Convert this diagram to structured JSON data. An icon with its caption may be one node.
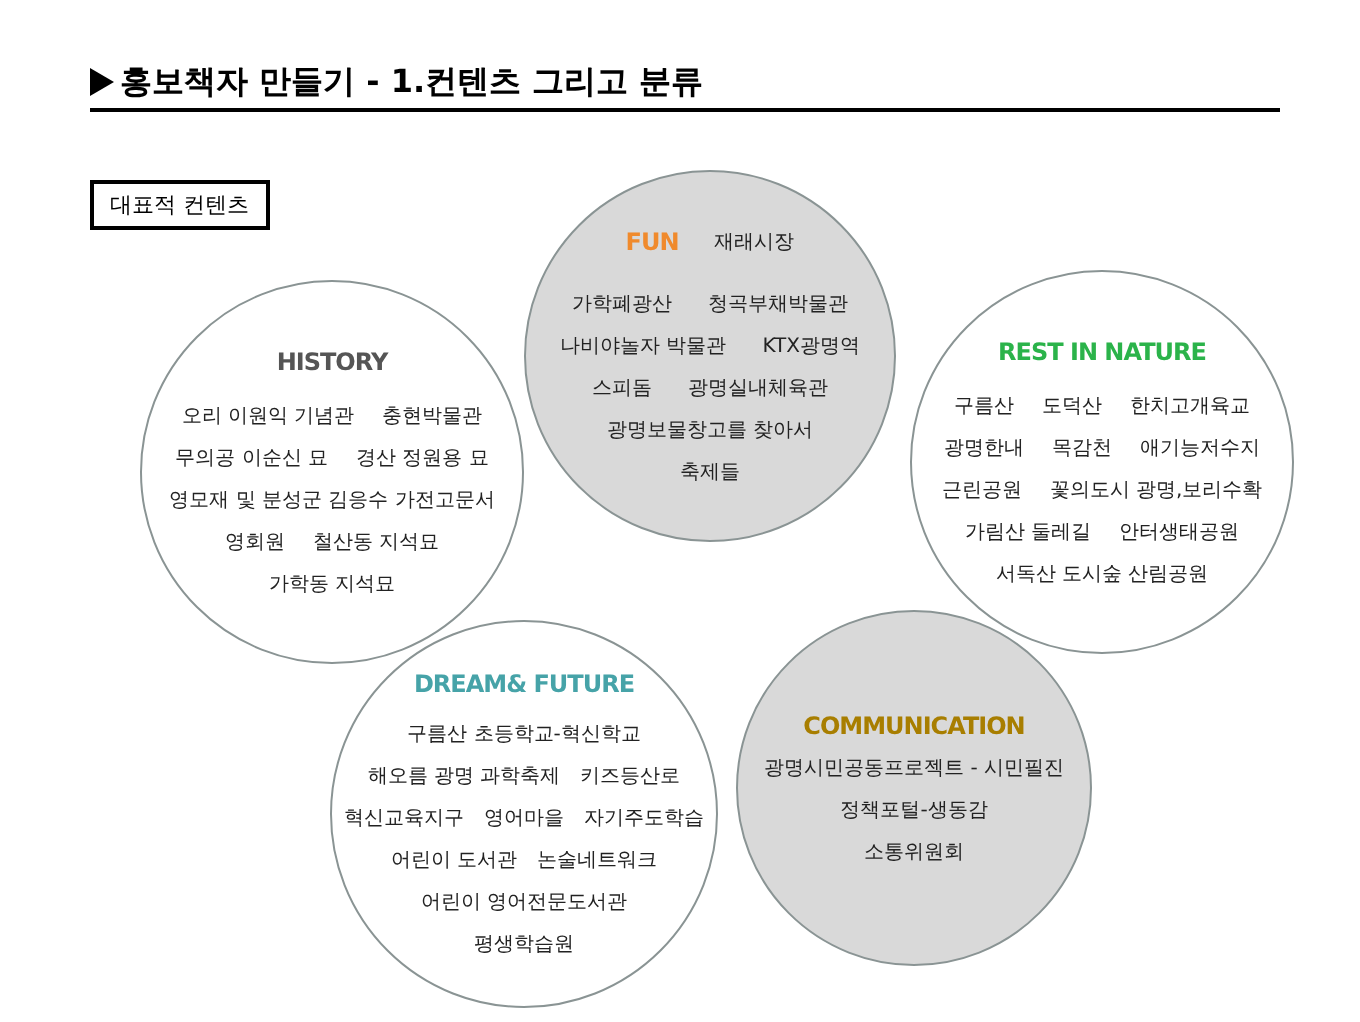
{
  "diagram": {
    "title": "홍보책자 만들기 - 1.컨텐츠 그리고 분류",
    "nodes": [
      {
        "text": [
          "대표적 컨텐츠"
        ]
      },
      {
        "text": [
          "FUN",
          "재래시장",
          "가학폐광산",
          "청곡부채박물관",
          "나비야놀자 박물관",
          "KTX광명역",
          "스피돔",
          "광명실내체육관",
          "광명보물창고를 찾아서",
          "축제들"
        ]
      },
      {
        "text": [
          "HISTORY",
          "오리 이원익 기념관",
          "충현박물관",
          "무의공 이순신 묘",
          "경산 정원용 묘",
          "영모재 및 분성군 김응수 가전고문서",
          "영회원",
          "철산동 지석묘",
          "가학동 지석묘"
        ]
      },
      {
        "text": [
          "REST IN NATURE",
          "구름산",
          "도덕산",
          "한치고개육교",
          "광명한내",
          "목감천",
          "애기능저수지",
          "근린공원",
          "꽃의도시 광명,보리수확",
          "가림산 둘레길",
          "안터생태공원",
          "서독산 도시숲 산림공원"
        ]
      },
      {
        "text": [
          "DREAM& FUTURE",
          "구름산 초등학교-혁신학교",
          "해오름 광명 과학축제",
          "키즈등산로",
          "혁신교육지구",
          "영어마을",
          "자기주도학습",
          "어린이 도서관",
          "논술네트워크",
          "어린이 영어전문도서관",
          "평생학습원"
        ]
      },
      {
        "text": [
          "COMMUNICATION",
          "광명시민공동프로젝트 - 시민필진",
          "정책포털-생동감",
          "소통위원회"
        ]
      }
    ]
  }
}
